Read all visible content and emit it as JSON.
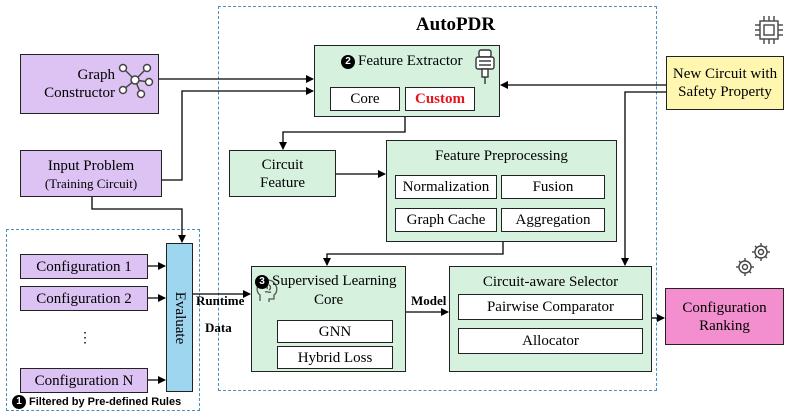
{
  "title": "AutoPDR",
  "graph_constructor": "Graph\nConstructor",
  "feature_extractor": {
    "badge": "2",
    "title": "Feature Extractor",
    "core": "Core",
    "custom": "Custom"
  },
  "new_circuit": "New Circuit with\nSafety Property",
  "circuit_feature": "Circuit\nFeature",
  "input_problem": {
    "line1": "Input Problem",
    "line2": "(Training Circuit)"
  },
  "feature_preprocessing": {
    "title": "Feature Preprocessing",
    "items": [
      "Normalization",
      "Fusion",
      "Graph Cache",
      "Aggregation"
    ]
  },
  "configurations": [
    "Configuration 1",
    "Configuration 2",
    "⋮",
    "Configuration N"
  ],
  "filter_note": {
    "badge": "1",
    "text": "Filtered by Pre-defined Rules"
  },
  "evaluate": "Evaluate",
  "runtime_label": "Runtime",
  "data_label": "Data",
  "model_label": "Model",
  "supervised": {
    "badge": "3",
    "title_line1": "Supervised Learning",
    "title_line2": "Core",
    "gnn": "GNN",
    "hybrid_loss": "Hybrid Loss"
  },
  "selector": {
    "title": "Circuit-aware Selector",
    "pairwise": "Pairwise Comparator",
    "allocator": "Allocator"
  },
  "ranking": "Configuration\nRanking",
  "colors": {
    "purple": "#dcc3f3",
    "green": "#d6f2df",
    "yellow": "#fff7b0",
    "pink": "#f48fcf",
    "blue": "#9ed6f0",
    "custom_red": "#e8141d",
    "dashed": "#4a90b8"
  },
  "icons": [
    "network-graph-icon",
    "drill-icon",
    "chip-icon",
    "brain-icon",
    "gears-icon"
  ]
}
